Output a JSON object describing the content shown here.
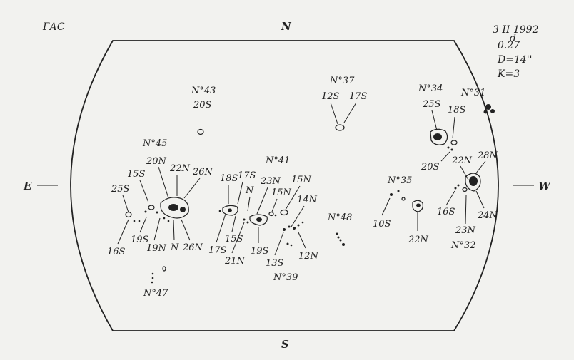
{
  "observatory": "ГАС",
  "info": {
    "date": "3 II 1992",
    "time_value": "0.27",
    "time_unit": "d",
    "diameter": "D=14''",
    "k_value": "K=3"
  },
  "directions": {
    "north": "N",
    "south": "S",
    "east": "E",
    "west": "W"
  },
  "groups": [
    {
      "id": "g43",
      "number": "N°43",
      "labels": [
        "20S"
      ]
    },
    {
      "id": "g37",
      "number": "N°37",
      "labels": [
        "12S",
        "17S"
      ]
    },
    {
      "id": "g34",
      "number": "N°34",
      "labels": [
        "25S",
        "18S",
        "20S",
        "22N",
        "28N",
        "16S",
        "24N",
        "23N"
      ]
    },
    {
      "id": "g31",
      "number": "N°31",
      "labels": []
    },
    {
      "id": "g45",
      "number": "N°45",
      "labels": [
        "20N",
        "22N",
        "26N",
        "15S",
        "25S",
        "16S",
        "19S",
        "19N",
        "N",
        "26N"
      ]
    },
    {
      "id": "g41",
      "number": "N°41",
      "labels": [
        "18S",
        "17S",
        "N",
        "23N",
        "15N",
        "15N",
        "14N",
        "17S",
        "15S",
        "21N",
        "19S"
      ]
    },
    {
      "id": "g39",
      "number": "N°39",
      "labels": [
        "13S",
        "12N"
      ]
    },
    {
      "id": "g48",
      "number": "N°48",
      "labels": []
    },
    {
      "id": "g35",
      "number": "N°35",
      "labels": [
        "10S",
        "22N"
      ]
    },
    {
      "id": "g32",
      "number": "N°32",
      "labels": []
    },
    {
      "id": "g47",
      "number": "N°47",
      "labels": []
    }
  ]
}
